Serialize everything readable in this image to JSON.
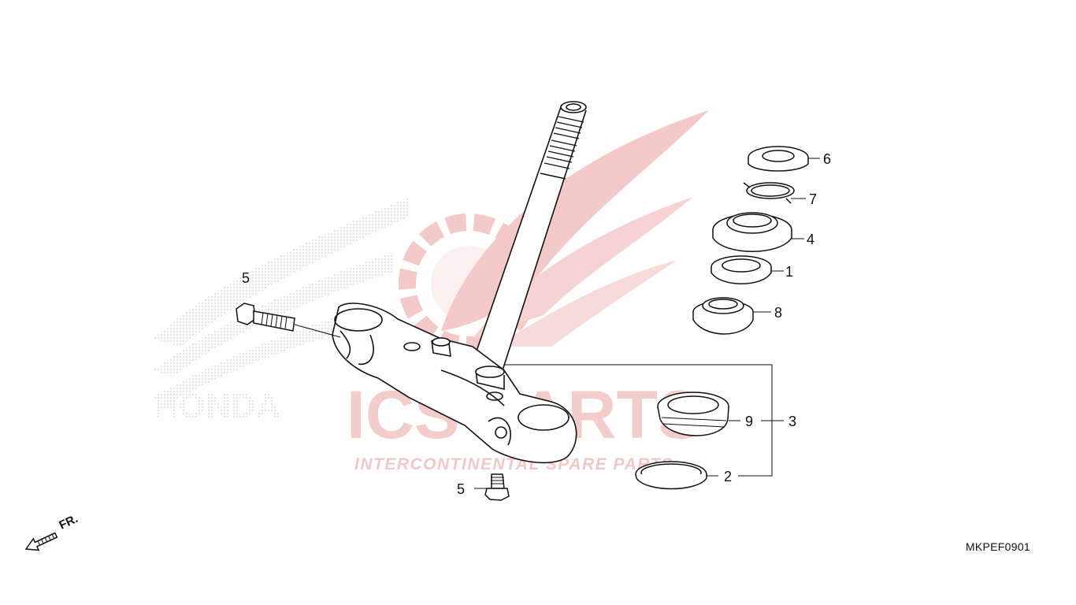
{
  "diagram": {
    "diagram_code": "MKPEF0901",
    "direction_label": "FR.",
    "callouts": [
      "1",
      "2",
      "3",
      "4",
      "5",
      "5",
      "6",
      "7",
      "8",
      "9"
    ]
  },
  "watermark": {
    "brand_text": "ICS PARTS",
    "tagline": "INTERCONTINENTAL SPARE PARTS",
    "background_text": "HONDA"
  },
  "colors": {
    "line": "#111111",
    "watermark_red": "#f3c9c9",
    "watermark_gray": "#c8c8c8"
  }
}
